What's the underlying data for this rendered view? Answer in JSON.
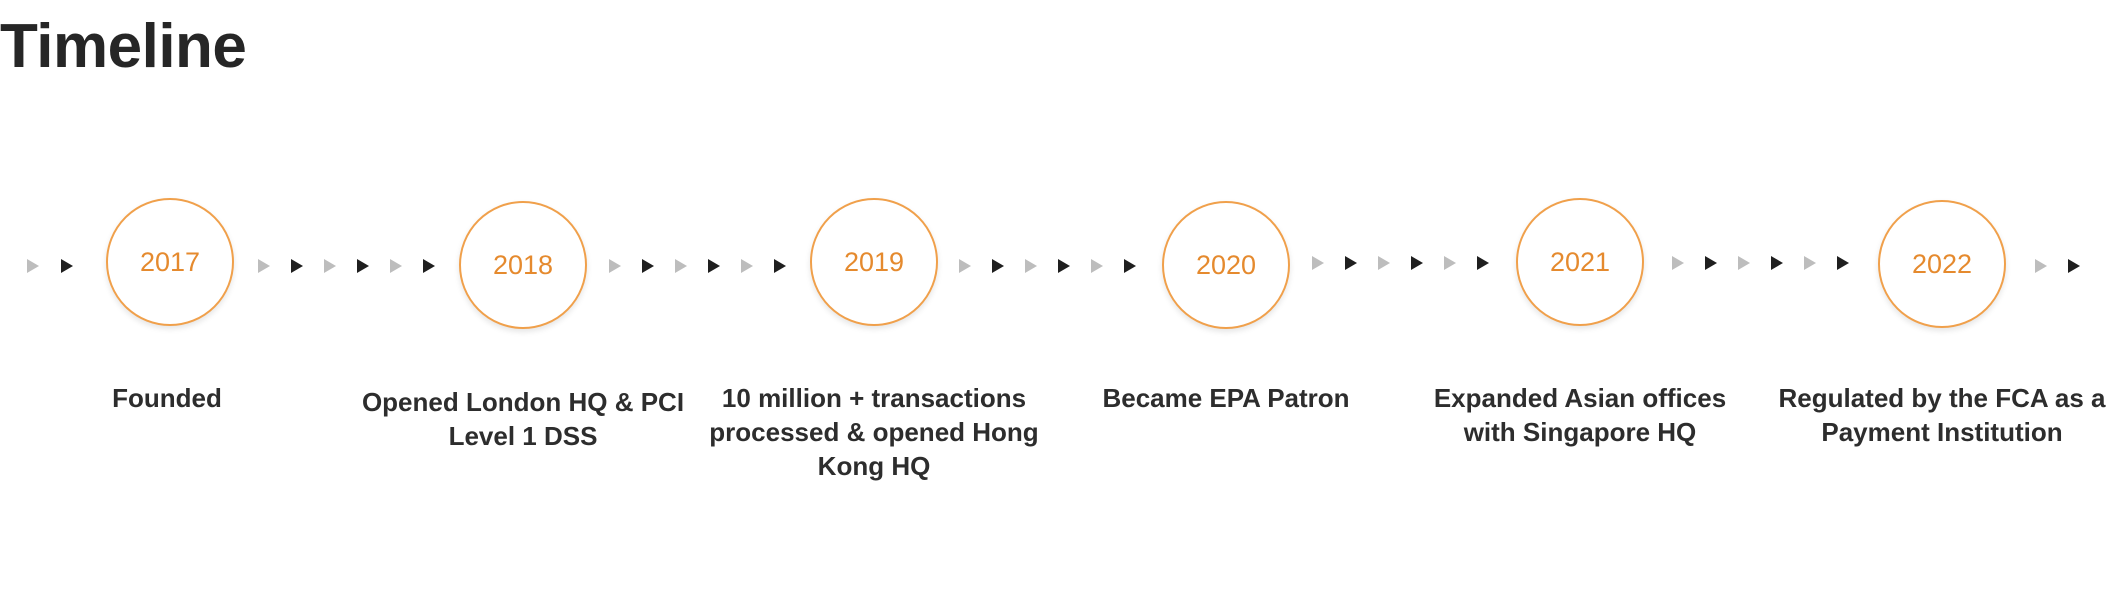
{
  "page": {
    "title": "Timeline"
  },
  "colors": {
    "accent": "#f0a04b",
    "year_text": "#e58a2e",
    "arrow_dark": "#1f1f1f",
    "arrow_light": "#bdbdbd"
  },
  "timeline": {
    "milestones": [
      {
        "year": "2017",
        "caption": "Founded"
      },
      {
        "year": "2018",
        "caption": "Opened London HQ & PCI Level 1 DSS"
      },
      {
        "year": "2019",
        "caption": "10 million + transactions processed & opened Hong Kong HQ"
      },
      {
        "year": "2020",
        "caption": "Became EPA Patron"
      },
      {
        "year": "2021",
        "caption": "Expanded Asian offices with Singapore HQ"
      },
      {
        "year": "2022",
        "caption": "Regulated by the FCA as a Payment Institution"
      }
    ]
  }
}
